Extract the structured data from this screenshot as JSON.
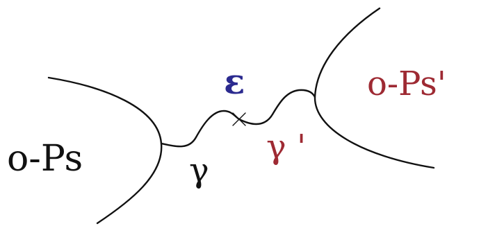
{
  "labels": {
    "left_particle": "o-Ps",
    "right_particle": "o-Ps'",
    "photon_left": "γ",
    "photon_right": "γ '",
    "vertex": "ε"
  },
  "colors": {
    "black": "#111111",
    "red": "#9e2a33",
    "blue": "#2b2a8f"
  }
}
